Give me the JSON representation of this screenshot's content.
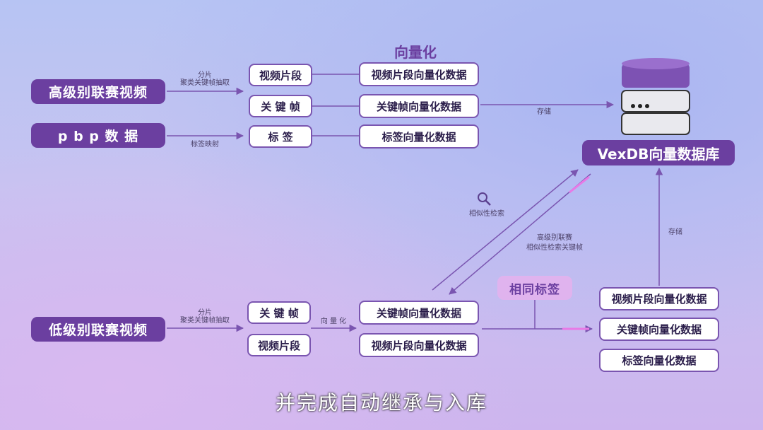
{
  "title_vectorize": "向量化",
  "sources": {
    "high_video": "高级别联赛视频",
    "pbp_data": "p b p 数 据",
    "low_video": "低级别联赛视频"
  },
  "top_row": {
    "video_segment": "视频片段",
    "key_frame": "关 键 帧",
    "tag": "标 签",
    "video_segment_vec": "视频片段向量化数据",
    "key_frame_vec": "关键帧向量化数据",
    "tag_vec": "标签向量化数据"
  },
  "edge_labels": {
    "split_top": "分片",
    "extract_top": "聚类关键帧抽取",
    "tag_map": "标签映射",
    "store_top": "存储",
    "similar_search": "相似性检索",
    "high_league_line1": "高级别联赛",
    "high_league_line2": "相似性检索关键帧",
    "store_right": "存储",
    "split_bottom": "分片",
    "extract_bottom": "聚类关键帧抽取",
    "vectorize_bottom": "向 量 化"
  },
  "database": {
    "label": "VexDB向量数据库"
  },
  "bottom_row": {
    "key_frame": "关 键 帧",
    "video_segment": "视频片段",
    "key_frame_vec": "关键帧向量化数据",
    "video_segment_vec": "视频片段向量化数据",
    "same_tag": "相同标签"
  },
  "output_stack": {
    "video_segment_vec": "视频片段向量化数据",
    "key_frame_vec": "关键帧向量化数据",
    "tag_vec": "标签向量化数据"
  },
  "subtitle": "并完成自动继承与入库",
  "colors": {
    "accent": "#6b3fa0",
    "line": "#7a55b0",
    "highlight_pink": "#e879e6",
    "tag_badge_bg": "#e0b3ee"
  },
  "icons": [
    "search-icon",
    "database-icon"
  ]
}
